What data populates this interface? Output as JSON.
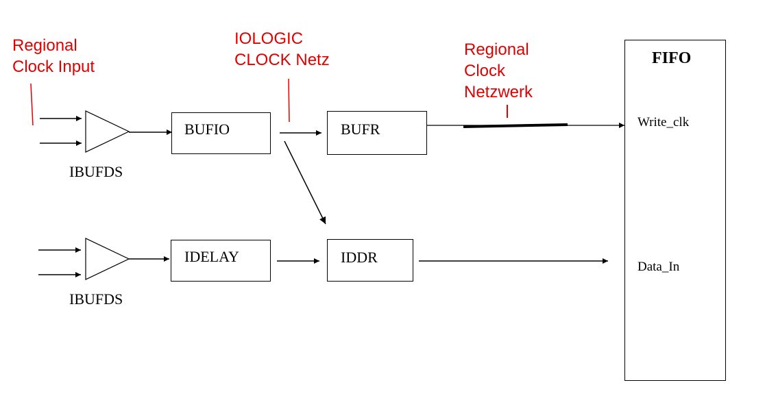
{
  "annotations": {
    "regional_clock_input": [
      "Regional",
      "Clock Input"
    ],
    "iologic_clock_net": [
      "IOLOGIC",
      "CLOCK Netz"
    ],
    "regional_clock_network": [
      "Regional",
      "Clock",
      "Netzwerk"
    ]
  },
  "blocks": {
    "bufio": "BUFIO",
    "bufr": "BUFR",
    "idelay": "IDELAY",
    "iddr": "IDDR"
  },
  "buffers": {
    "top_label": "IBUFDS",
    "bottom_label": "IBUFDS"
  },
  "fifo": {
    "title": "FIFO",
    "ports": [
      "Write_clk",
      "Data_In"
    ]
  },
  "colors": {
    "annotation": "#e00000",
    "lines": "#000000",
    "background": "#ffffff"
  }
}
